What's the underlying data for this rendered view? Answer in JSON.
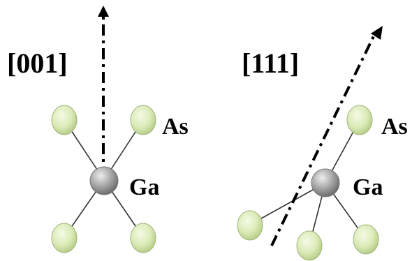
{
  "colors": {
    "as_atom_fill": "#dcebb8",
    "as_atom_edge": "#8fa46a",
    "ga_atom_fill": "#a8a8a8",
    "ga_atom_edge": "#6e6e6e",
    "bond": "#333333",
    "axis": "#000000"
  },
  "panels": [
    {
      "direction_label": "[001]",
      "as_label": "As",
      "ga_label": "Ga"
    },
    {
      "direction_label": "[111]",
      "as_label": "As",
      "ga_label": "Ga"
    }
  ]
}
